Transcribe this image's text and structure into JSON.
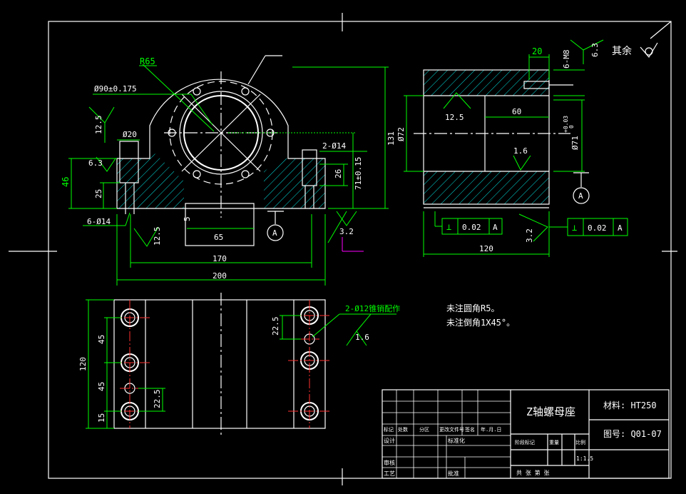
{
  "front_view": {
    "r65": "R65",
    "bolt_circle": "Ø90±0.175",
    "rough_12_5_left": "12.5",
    "d20": "Ø20",
    "holes_2_14": "2-Ø14",
    "dim_131": "131",
    "dim_71": "71±0.15",
    "dim_26": "26",
    "dim_46": "46",
    "dim_25": "25",
    "rough_6_3": "6.3",
    "holes_6_14": "6-Ø14",
    "rough_12_5_bottom": "12.5",
    "dim_5": "5",
    "dim_65": "65",
    "datum_a": "A",
    "rough_3_2": "3.2",
    "dim_170": "170",
    "dim_200": "200"
  },
  "side_view": {
    "dim_20": "20",
    "threads": "6-M8",
    "rough_6_3": "6.3",
    "others_label": "其余",
    "rough_12_5": "12.5",
    "dim_60": "60",
    "dim_72": "Ø72",
    "dim_71": "Ø71",
    "tol_upper": "+0.03",
    "tol_lower": "0",
    "rough_1_6": "1.6",
    "datum_a": "A",
    "perp_symbol": "⊥",
    "perp_value": "0.02",
    "perp_datum": "A",
    "rough_3_2": "3.2",
    "dim_120": "120"
  },
  "top_view": {
    "pin_label": "2-Ø12锥销配作",
    "rough_1_6": "1.6",
    "dim_22_5_top": "22.5",
    "dim_22_5_bottom": "22.5",
    "dim_45_top": "45",
    "dim_45_mid": "45",
    "dim_15": "15",
    "dim_120": "120"
  },
  "notes": {
    "line1": "未注圆角R5。",
    "line2": "未注倒角1X45°。"
  },
  "title_block": {
    "part_name": "Z轴螺母座",
    "material": "材料: HT250",
    "drawing_no": "图号: Q01-07",
    "scale": "1:1.5",
    "header_row": [
      "标记",
      "处数",
      "分区",
      "更改文件号",
      "签名",
      "年.月.日"
    ],
    "labels": [
      "设计",
      "标准化",
      "审核",
      "工艺",
      "批准"
    ],
    "right_header": [
      "阶段标记",
      "重量",
      "比例"
    ],
    "sheet_row": "共  张  第  张"
  }
}
